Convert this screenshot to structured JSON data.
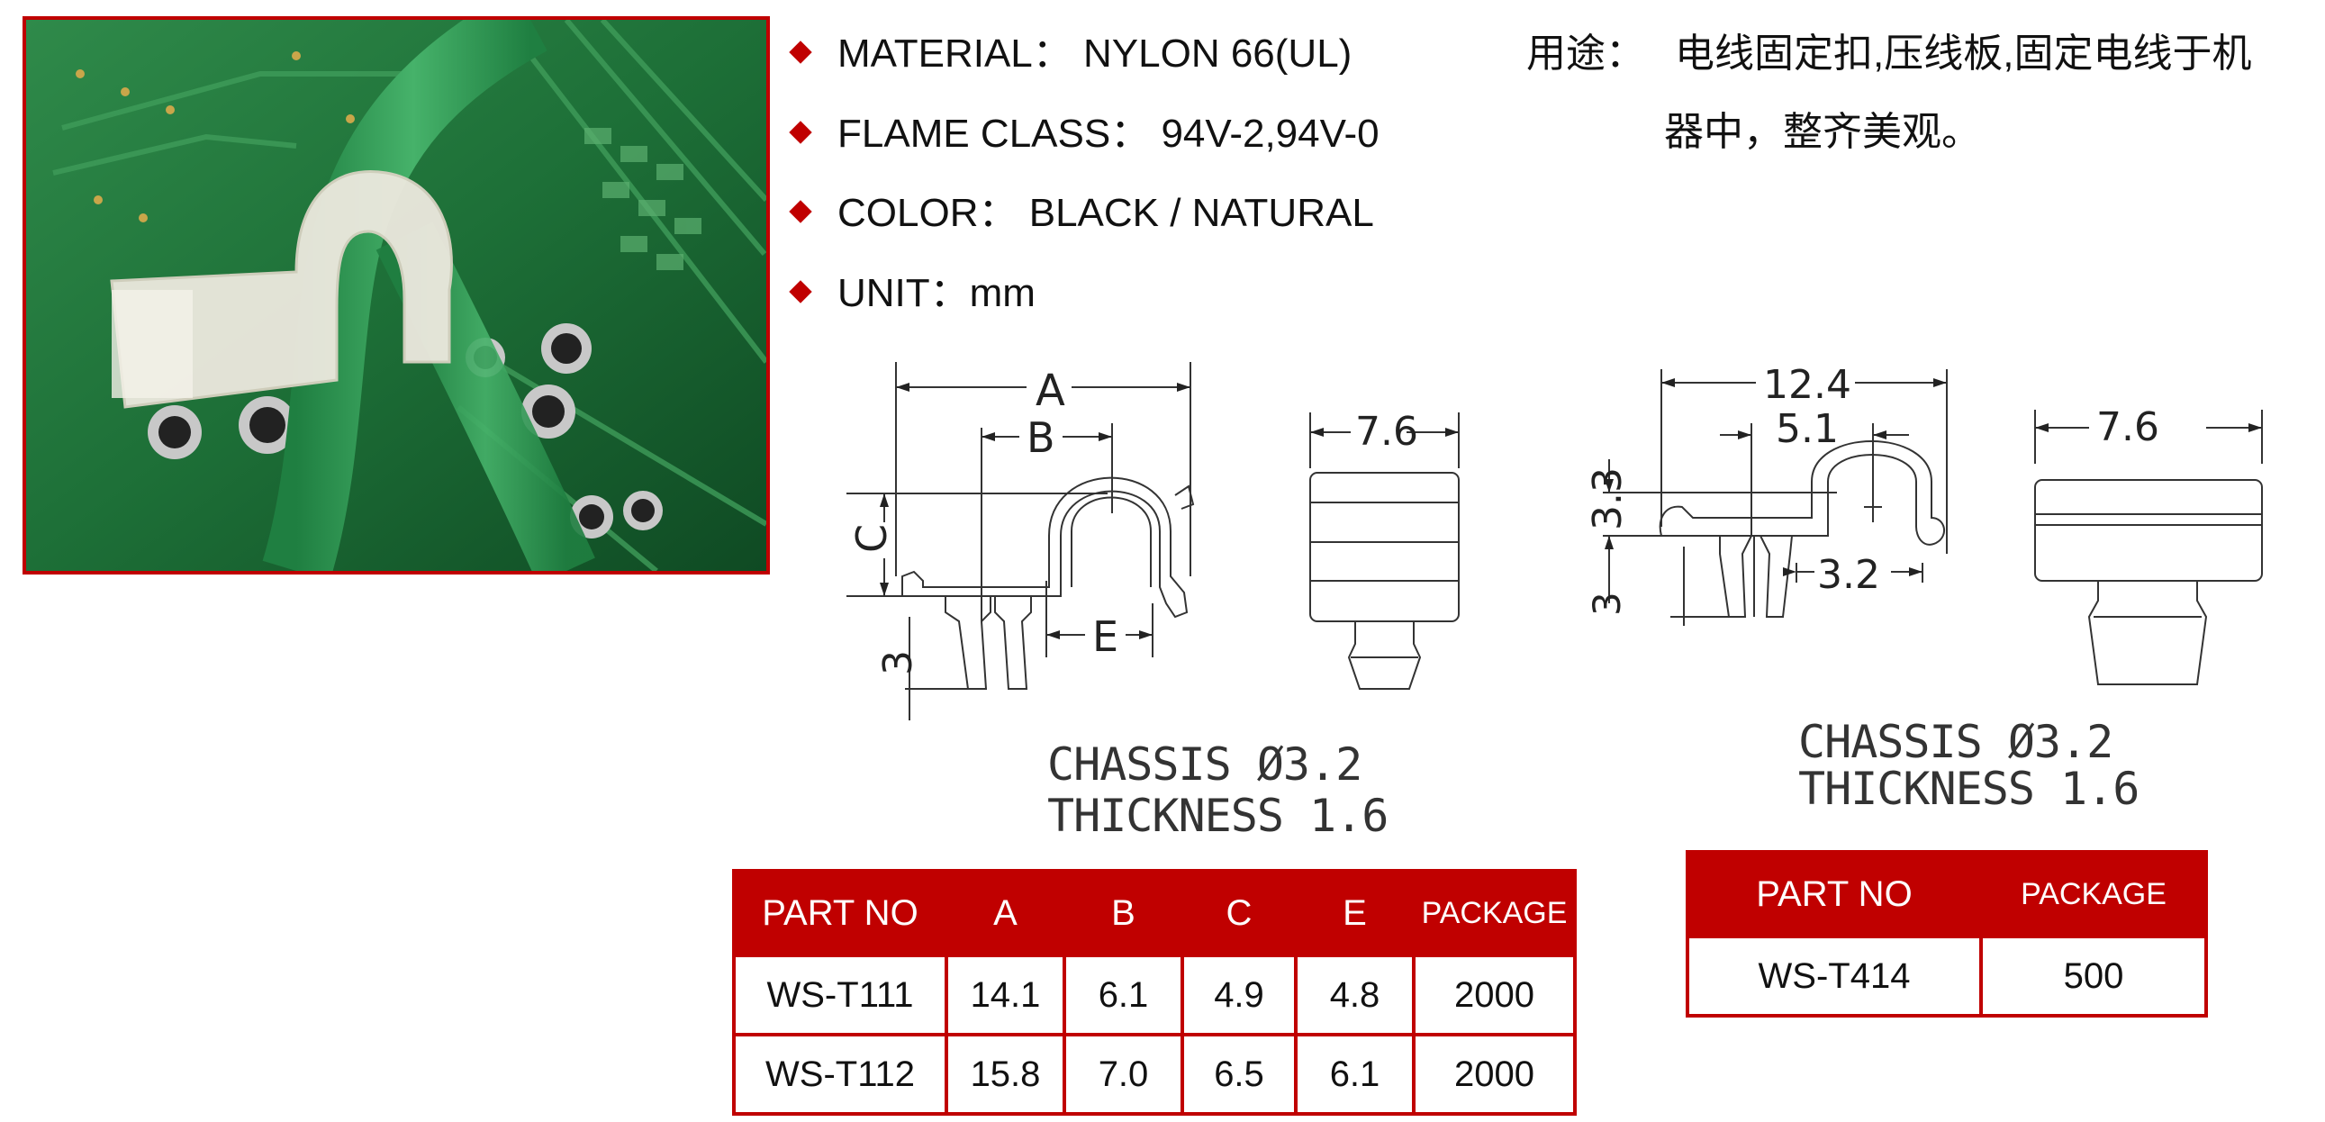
{
  "specs": [
    {
      "label": "MATERIAL：",
      "value": "NYLON 66(UL)"
    },
    {
      "label": "FLAME CLASS：",
      "value": "94V-2,94V-0"
    },
    {
      "label": "COLOR：",
      "value": "BLACK / NATURAL"
    },
    {
      "label": "UNIT：",
      "value": "mm"
    }
  ],
  "usage": {
    "label": "用途：",
    "line1": "电线固定扣,压线板,固定电线于机",
    "line2": "器中，整齐美观。"
  },
  "drawing1": {
    "dims": {
      "A": "A",
      "B": "B",
      "C": "C",
      "E": "E",
      "h": "3",
      "w": "7.6"
    },
    "chassis_line1": "CHASSIS Ø3.2",
    "chassis_line2": "THICKNESS 1.6"
  },
  "drawing2": {
    "dims": {
      "w": "12.4",
      "b": "5.1",
      "h": "3.3",
      "e": "3.2",
      "p": "3",
      "side": "7.6"
    },
    "chassis_line1": "CHASSIS Ø3.2",
    "chassis_line2": "THICKNESS 1.6"
  },
  "table1": {
    "headers": [
      "PART NO",
      "A",
      "B",
      "C",
      "E",
      "PACKAGE"
    ],
    "rows": [
      [
        "WS-T111",
        "14.1",
        "6.1",
        "4.9",
        "4.8",
        "2000"
      ],
      [
        "WS-T112",
        "15.8",
        "7.0",
        "6.5",
        "6.1",
        "2000"
      ]
    ]
  },
  "table2": {
    "headers": [
      "PART NO",
      "PACKAGE"
    ],
    "rows": [
      [
        "WS-T414",
        "500"
      ]
    ]
  },
  "colors": {
    "accent": "#c00000",
    "pcb": "#1f7a3a",
    "cable": "#2e9a55",
    "clip": "#ece8dc"
  }
}
